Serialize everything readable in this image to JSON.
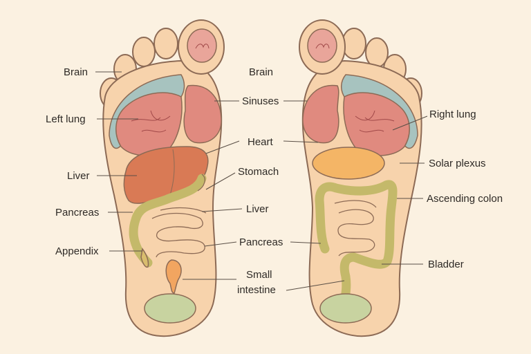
{
  "colors": {
    "background": "#fbf1e1",
    "skin": "#f7d3ac",
    "outline": "#8c6a55",
    "brain_toe": "#e9a59a",
    "sinus_band": "#a7c3bf",
    "lung": "#e08a7f",
    "liver": "#d97a55",
    "colon": "#c4b96a",
    "solar_plexus": "#f4b566",
    "appendix": "#d9bd6e",
    "bladder_zone": "#c8d3a0",
    "small_intestine_zone": "#f2a560",
    "text": "#2e2a26"
  },
  "labels": {
    "left_brain": "Brain",
    "left_lung": "Left lung",
    "left_liver": "Liver",
    "left_pancreas": "Pancreas",
    "left_appendix": "Appendix",
    "center_brain": "Brain",
    "center_sinuses": "Sinuses",
    "center_heart": "Heart",
    "center_stomach": "Stomach",
    "center_liver": "Liver",
    "center_pancreas": "Pancreas",
    "center_small": "Small",
    "center_intestine": "intestine",
    "right_lung": "Right lung",
    "right_solar": "Solar plexus",
    "right_ascending": "Ascending colon",
    "right_bladder": "Bladder"
  },
  "icons": [
    "left-foot-icon",
    "right-foot-icon"
  ]
}
